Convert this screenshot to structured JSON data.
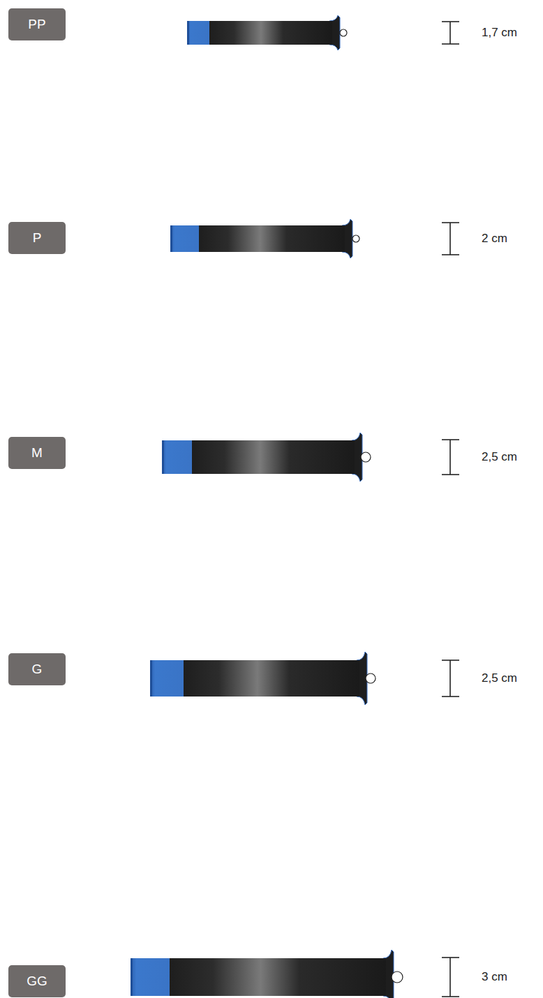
{
  "diagram": {
    "nodes": [
      {
        "text": [
          "PP"
        ]
      },
      {
        "text": [
          "P"
        ]
      },
      {
        "text": [
          "M"
        ]
      },
      {
        "text": [
          "G"
        ]
      },
      {
        "text": [
          "GG"
        ]
      }
    ],
    "labels": [
      "1,7 cm",
      "2 cm",
      "2,5 cm",
      "2,5 cm",
      "3 cm"
    ]
  }
}
